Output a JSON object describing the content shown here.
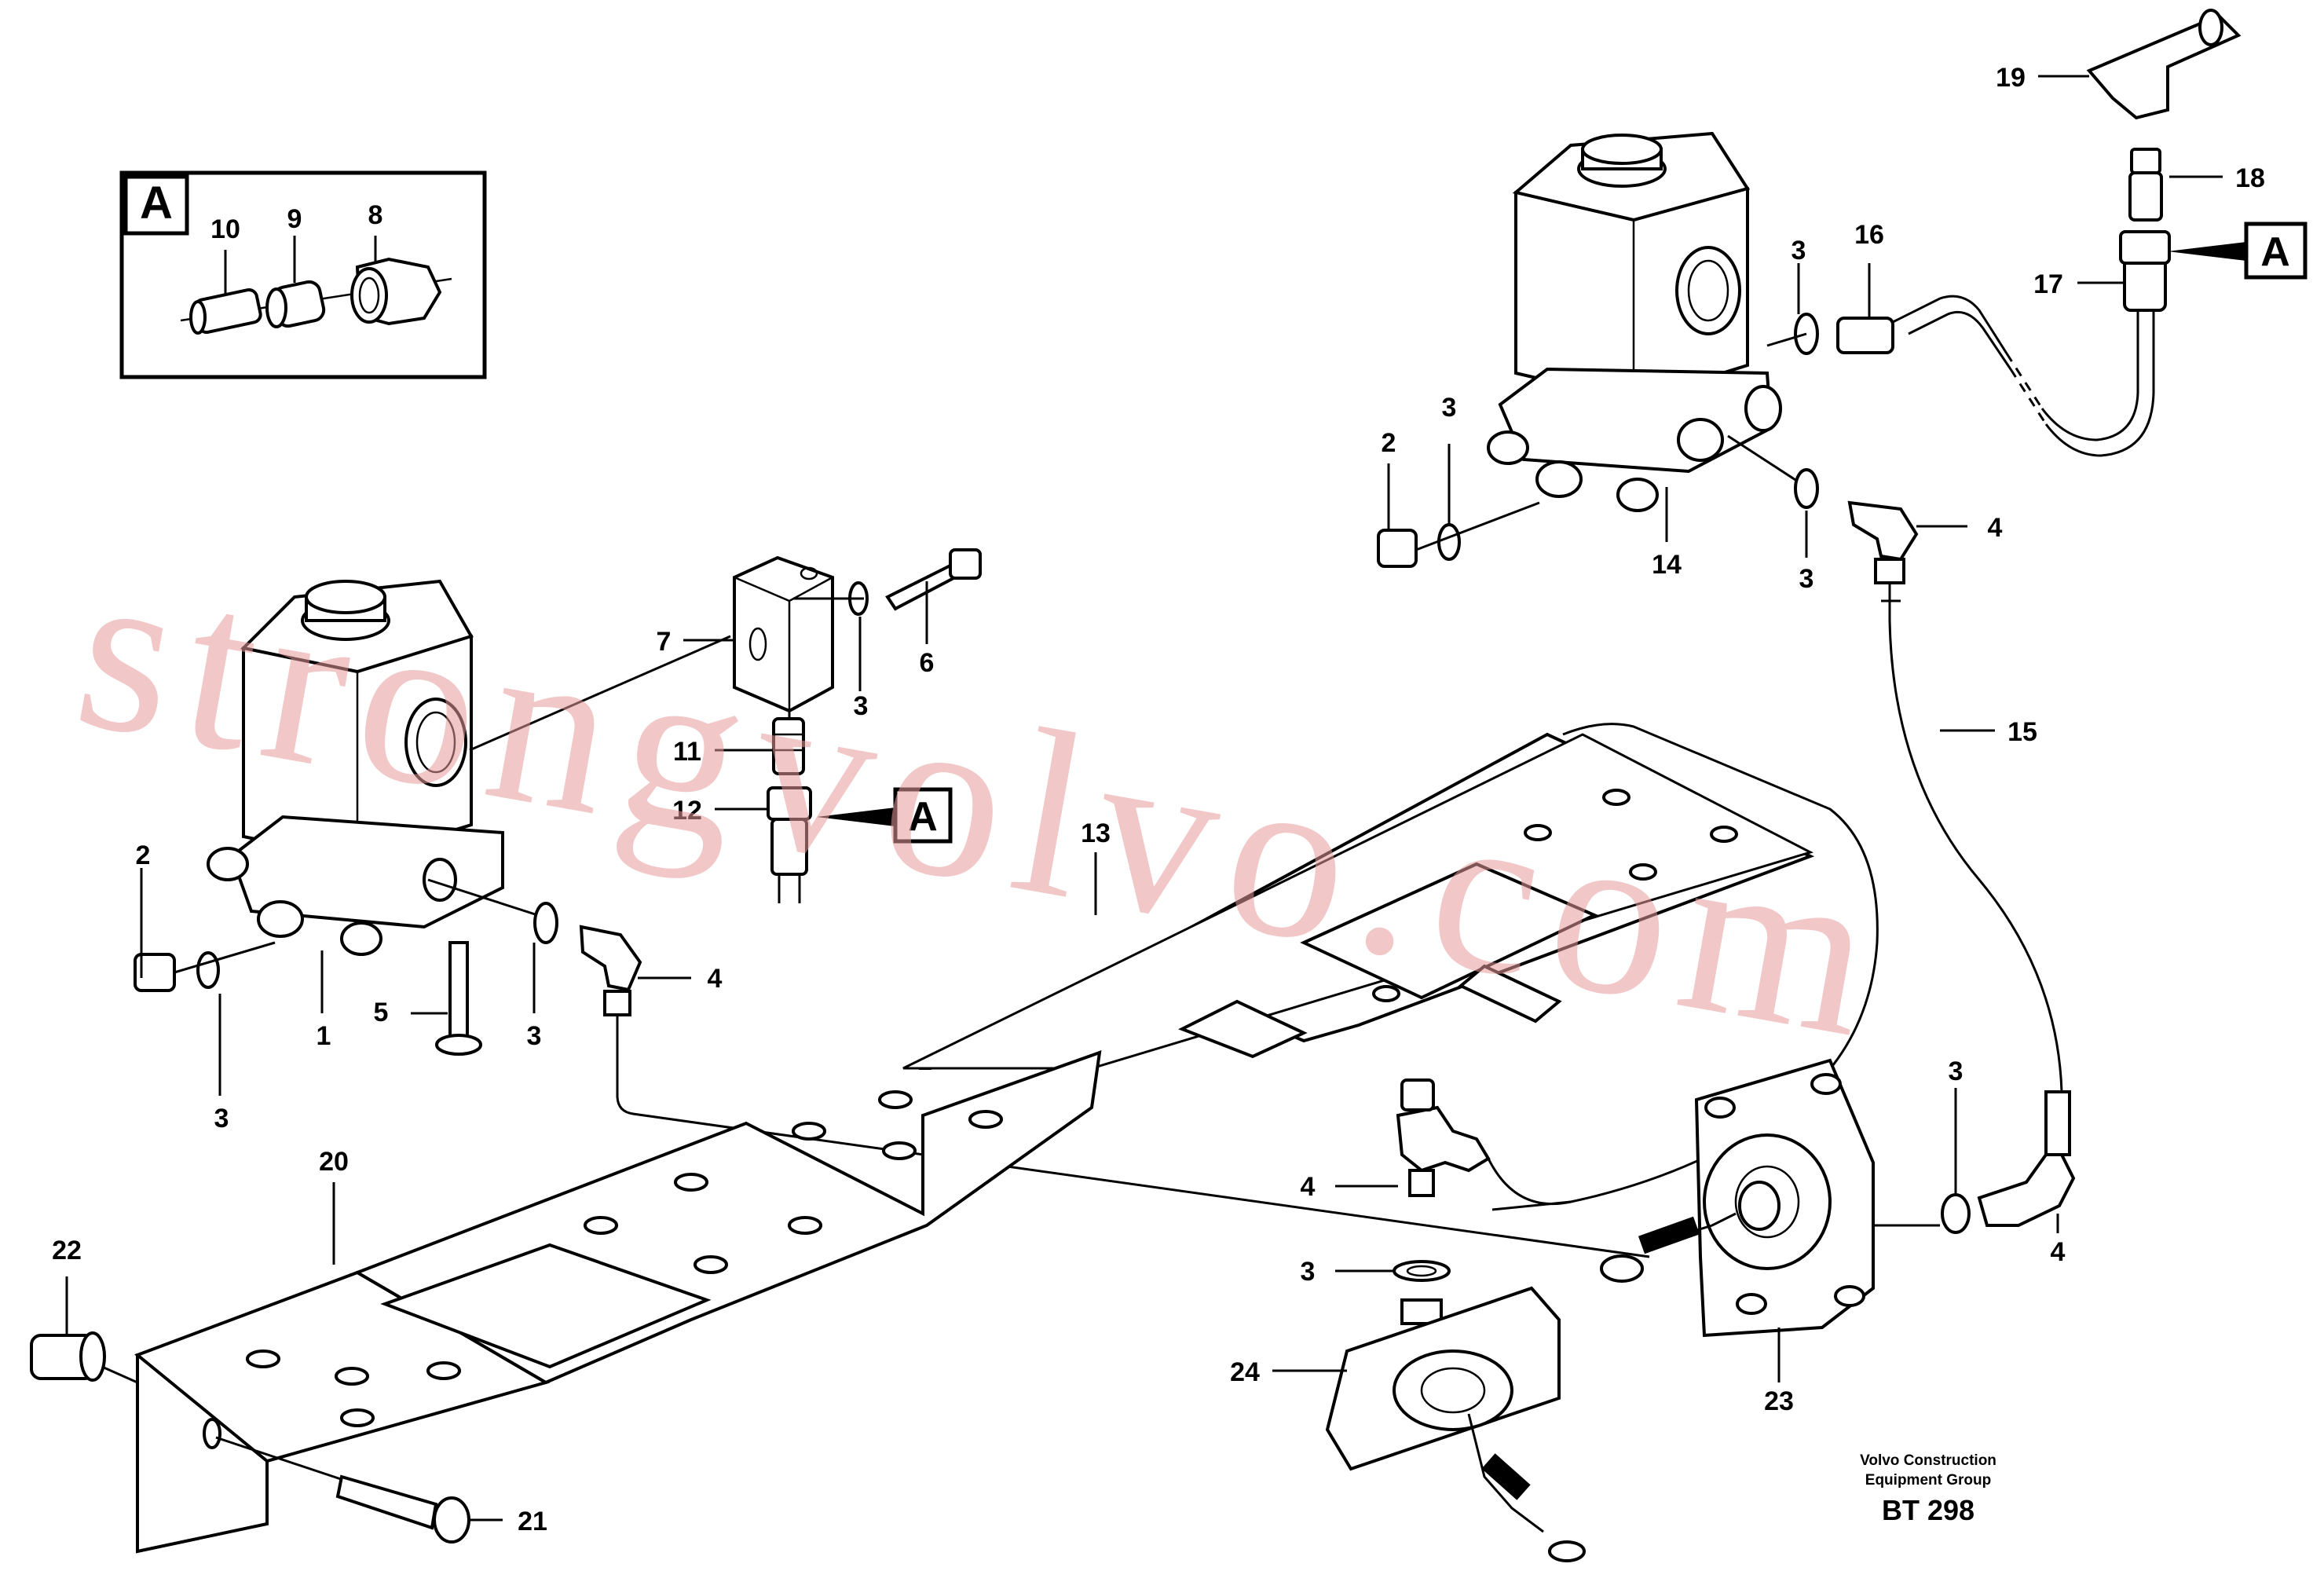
{
  "callouts": {
    "c1": "1",
    "c2a": "2",
    "c2b": "2",
    "c3a": "3",
    "c3b": "3",
    "c3c": "3",
    "c3d": "3",
    "c3e": "3",
    "c3f": "3",
    "c3g": "3",
    "c3h": "3",
    "c4a": "4",
    "c4b": "4",
    "c4c": "4",
    "c4d": "4",
    "c5": "5",
    "c6": "6",
    "c7": "7",
    "c8": "8",
    "c9": "9",
    "c10": "10",
    "c11": "11",
    "c12": "12",
    "c13": "13",
    "c14": "14",
    "c15": "15",
    "c16": "16",
    "c17": "17",
    "c18": "18",
    "c19": "19",
    "c20": "20",
    "c21": "21",
    "c22": "22",
    "c23": "23",
    "c24": "24"
  },
  "detail_flags": {
    "inset": "A",
    "left": "A",
    "right": "A"
  },
  "watermark": "strongvolvo.com",
  "footer": {
    "company_line1": "Volvo Construction",
    "company_line2": "Equipment Group",
    "figure_code": "BT 298"
  }
}
